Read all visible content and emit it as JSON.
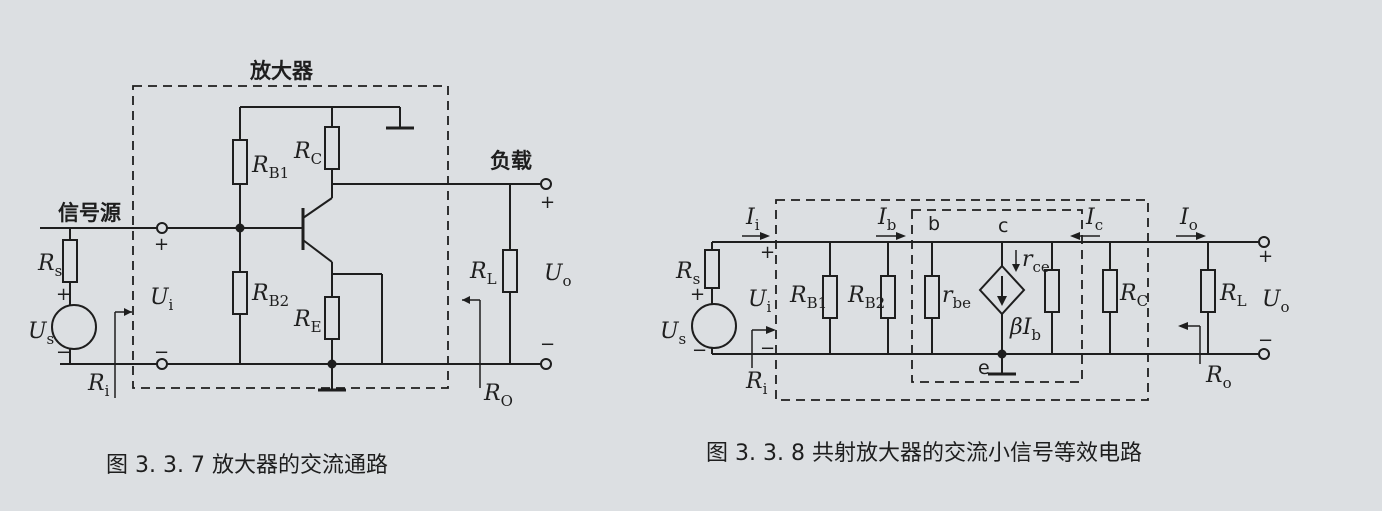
{
  "figure_left": {
    "caption": "图 3. 3. 7   放大器的交流通路",
    "title_amplifier": "放大器",
    "title_load": "负载",
    "title_source": "信号源",
    "labels": {
      "RB1": [
        "R",
        "B1"
      ],
      "RB2": [
        "R",
        "B2"
      ],
      "RC": [
        "R",
        "C"
      ],
      "RE": [
        "R",
        "E"
      ],
      "RL": [
        "R",
        "L"
      ],
      "Rs": [
        "R",
        "s"
      ],
      "Us": [
        "U",
        "s"
      ],
      "Ui": [
        "U",
        "i"
      ],
      "Uo": [
        "U",
        "o"
      ],
      "Ri": [
        "R",
        "i"
      ],
      "RO": [
        "R",
        "O"
      ]
    },
    "signs": {
      "plus": "+",
      "minus": "−"
    }
  },
  "figure_right": {
    "caption": "图 3. 3. 8   共射放大器的交流小信号等效电路",
    "labels": {
      "Ii": [
        "I",
        "i"
      ],
      "Ib": [
        "I",
        "b"
      ],
      "Ic": [
        "I",
        "c"
      ],
      "Io": [
        "I",
        "o"
      ],
      "Rs": [
        "R",
        "s"
      ],
      "Us": [
        "U",
        "s"
      ],
      "Ui": [
        "U",
        "i"
      ],
      "RB1": [
        "R",
        "B1"
      ],
      "RB2": [
        "R",
        "B2"
      ],
      "rbe": [
        "r",
        "be"
      ],
      "rce": [
        "r",
        "ce"
      ],
      "beta": [
        "βI",
        "b"
      ],
      "RC": [
        "R",
        "C"
      ],
      "RL": [
        "R",
        "L"
      ],
      "Uo": [
        "U",
        "o"
      ],
      "Ri": [
        "R",
        "i"
      ],
      "Ro": [
        "R",
        "o"
      ]
    },
    "nodes": {
      "b": "b",
      "c": "c",
      "e": "e"
    },
    "signs": {
      "plus": "+",
      "minus": "−"
    }
  },
  "colors": {
    "ink": "#1e1e1e",
    "paper": "#dcdfe2"
  }
}
